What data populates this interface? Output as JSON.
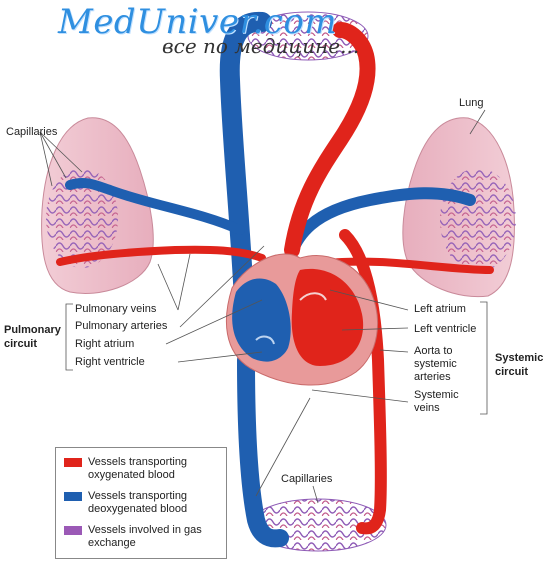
{
  "watermark": {
    "title": "MedUniver.com",
    "subtitle": "все по медицине..."
  },
  "labels": {
    "capillaries_top_left": "Capillaries",
    "lung": "Lung",
    "capillaries_bottom": "Capillaries",
    "pulmonary_veins": "Pulmonary veins",
    "pulmonary_arteries": "Pulmonary arteries",
    "right_atrium": "Right atrium",
    "right_ventricle": "Right ventricle",
    "pulmonary_circuit_1": "Pulmonary",
    "pulmonary_circuit_2": "circuit",
    "left_atrium": "Left atrium",
    "left_ventricle": "Left ventricle",
    "aorta_1": "Aorta to",
    "aorta_2": "systemic",
    "aorta_3": "arteries",
    "systemic_veins_1": "Systemic",
    "systemic_veins_2": "veins",
    "systemic_circuit_1": "Systemic",
    "systemic_circuit_2": "circuit"
  },
  "legend": [
    {
      "label": "Vessels transporting oxygenated blood",
      "color": "#e0241b"
    },
    {
      "label": "Vessels transporting deoxygenated blood",
      "color": "#1f5fb0"
    },
    {
      "label": "Vessels involved in gas exchange",
      "color": "#9b59b6"
    }
  ],
  "colors": {
    "oxygenated": "#e0241b",
    "deoxygenated": "#1f5fb0",
    "exchange": "#9b59b6",
    "lung_tissue": "#e8b7c3",
    "heart_wall": "#e89a9a",
    "leader_line": "#555555"
  }
}
